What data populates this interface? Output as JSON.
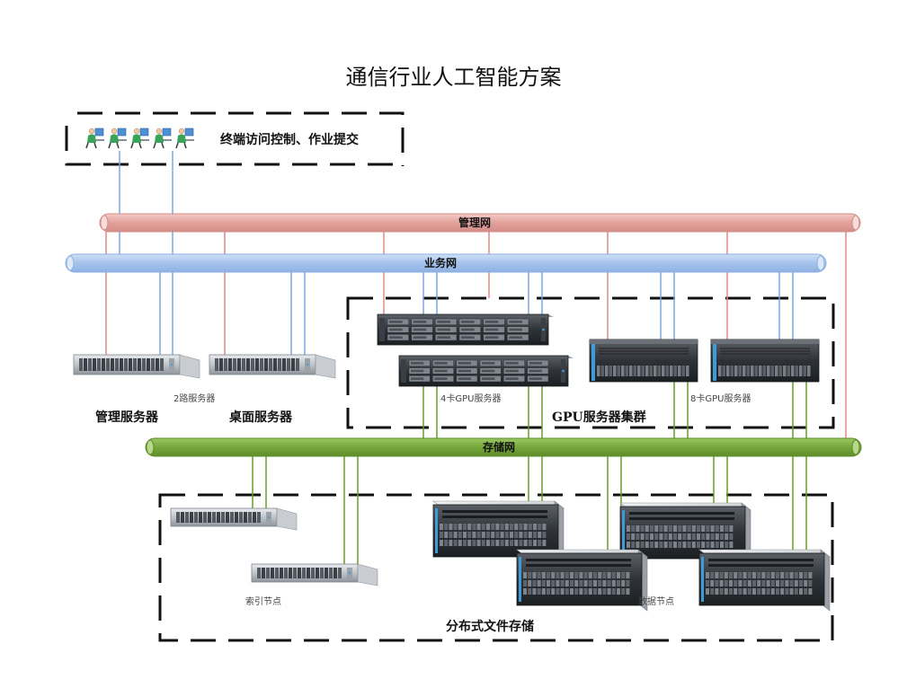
{
  "title": "通信行业人工智能方案",
  "terminal": {
    "label": "终端访问控制、作业提交",
    "user_count": 5
  },
  "networks": {
    "management": {
      "label": "管理网",
      "color": "#e8aaa6",
      "line_color": "#e08a86"
    },
    "business": {
      "label": "业务网",
      "color": "#a9c5ee",
      "line_color": "#7aa7e2"
    },
    "storage": {
      "label": "存储网",
      "color": "#76a93c",
      "line_color": "#6b9b2e"
    }
  },
  "groups": {
    "management_server": {
      "label": "管理服务器",
      "note": "2路服务器"
    },
    "desktop_server": {
      "label": "桌面服务器"
    },
    "gpu_cluster": {
      "label": "GPU服务器集群",
      "gpu4_label": "4卡GPU服务器",
      "gpu8_label": "8卡GPU服务器"
    },
    "storage": {
      "label": "分布式文件存储",
      "index_node_label": "索引节点",
      "data_node_label": "数据节点"
    }
  }
}
